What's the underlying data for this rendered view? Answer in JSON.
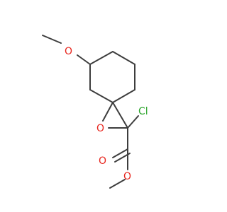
{
  "molecule": {
    "atoms": {
      "methoxy_o": "O",
      "epoxide_o": "O",
      "chlorine": "Cl",
      "carbonyl_o": "O",
      "ester_o": "O"
    }
  },
  "colors": {
    "bond": "#3d3d3d",
    "oxygen": "#e8261e",
    "chlorine": "#2aa52a",
    "background": "#ffffff"
  }
}
